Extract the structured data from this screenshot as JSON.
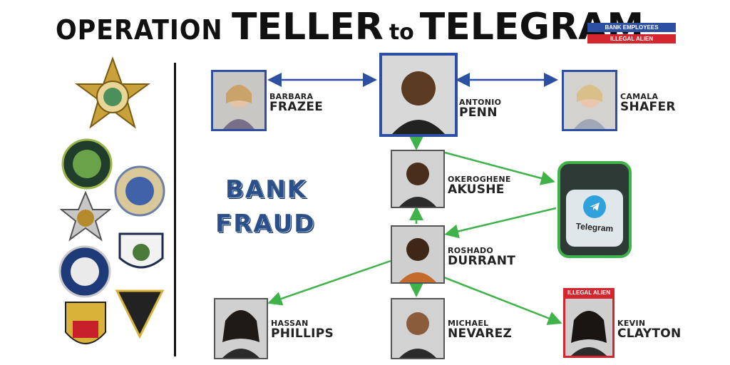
{
  "title": {
    "part1": "OPERATION",
    "part2": "TELLER",
    "part3": "to",
    "part4": "TELEGRAM"
  },
  "legend": {
    "bank_employees": "BANK EMPLOYEES",
    "illegal_alien": "ILLEGAL ALIEN"
  },
  "center_text": {
    "line1": "BANK",
    "line2": "FRAUD"
  },
  "telegram_label": "Telegram",
  "kevin_tag": "ILLEGAL ALIEN",
  "people": {
    "barbara": {
      "first": "BARBARA",
      "last": "FRAZEE"
    },
    "antonio": {
      "first": "ANTONIO",
      "last": "PENN"
    },
    "camala": {
      "first": "CAMALA",
      "last": "SHAFER"
    },
    "okeroghene": {
      "first": "OKEROGHENE",
      "last": "AKUSHE"
    },
    "roshado": {
      "first": "ROSHADO",
      "last": "DURRANT"
    },
    "hassan": {
      "first": "HASSAN",
      "last": "PHILLIPS"
    },
    "michael": {
      "first": "MICHAEL",
      "last": "NEVAREZ"
    },
    "kevin": {
      "first": "KEVIN",
      "last": "CLAYTON"
    }
  },
  "colors": {
    "blue_frame": "#2c4fa3",
    "red_frame": "#d3262e",
    "green_arrow": "#3fb24a",
    "blue_arrow": "#2c4fa3"
  }
}
